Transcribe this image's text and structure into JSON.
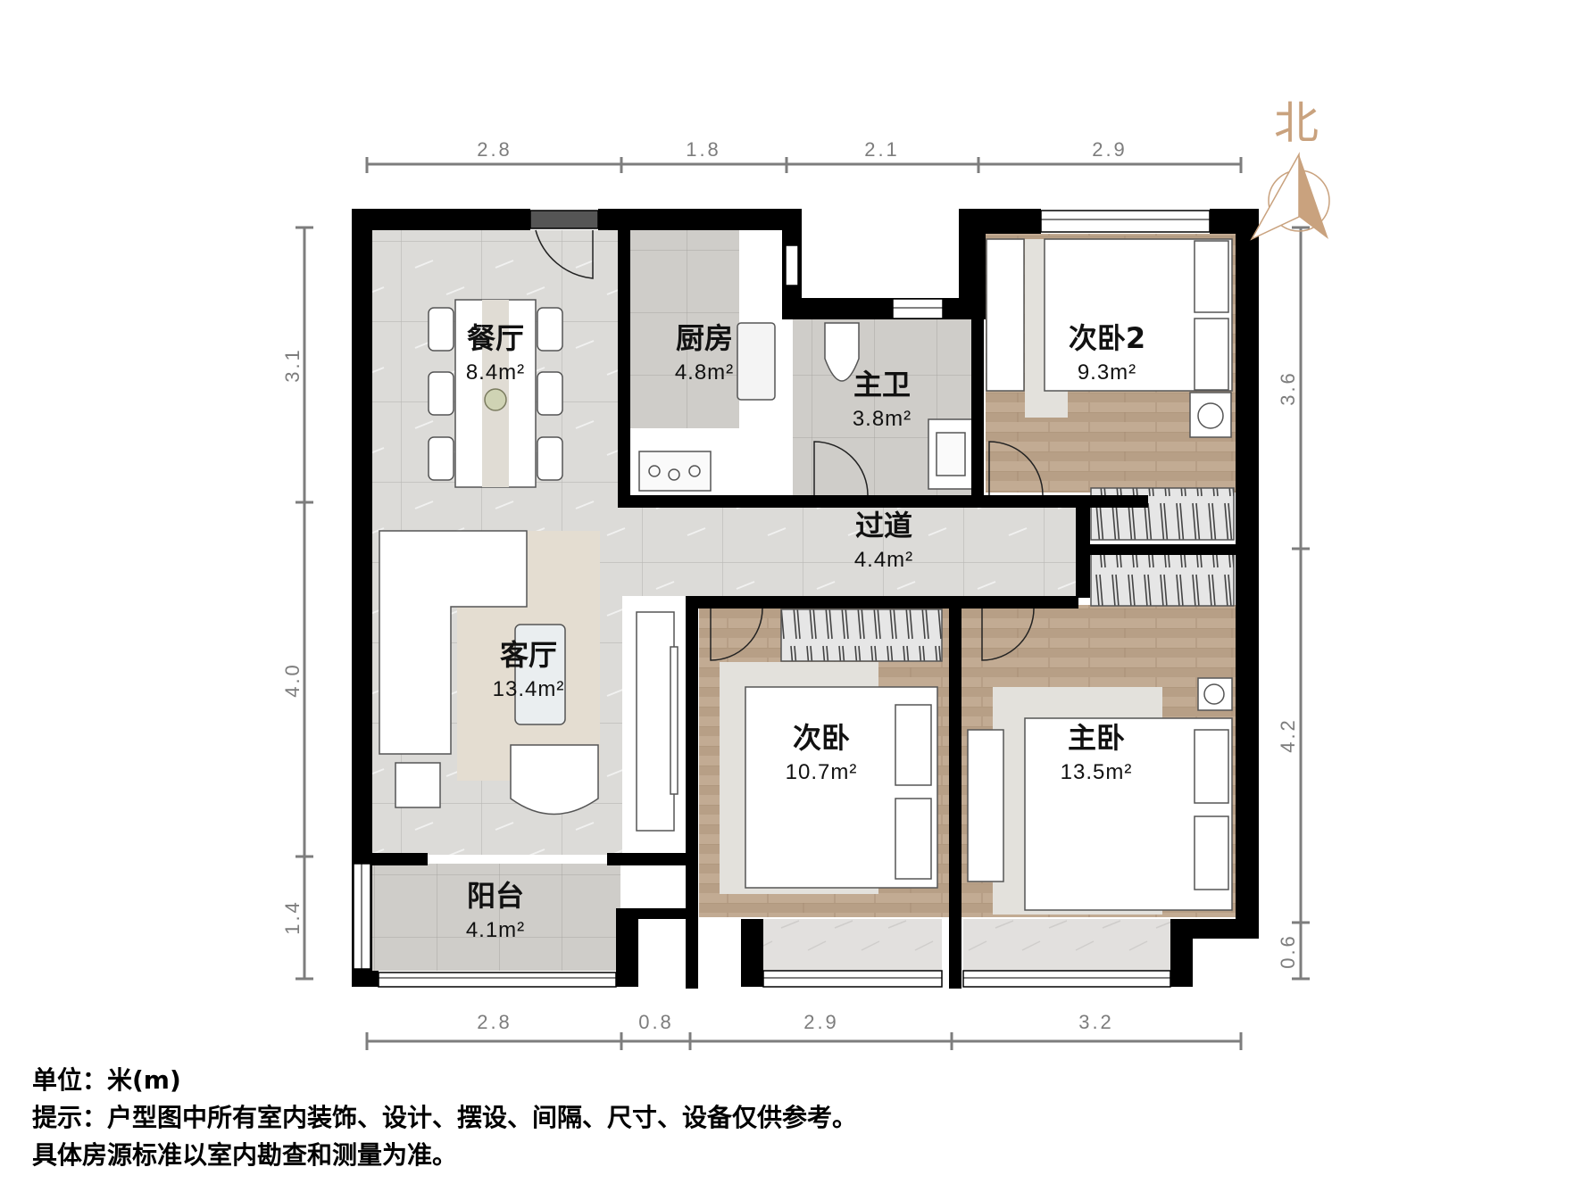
{
  "compass": {
    "label": "北",
    "icon": "north-arrow-icon",
    "color": "#c9a27e"
  },
  "dimensions": {
    "top": [
      "2.8",
      "1.8",
      "2.1",
      "2.9"
    ],
    "bottom": [
      "2.8",
      "0.8",
      "2.9",
      "3.2"
    ],
    "left": [
      "3.1",
      "4.0",
      "1.4"
    ],
    "right": [
      "3.6",
      "4.2",
      "0.6"
    ]
  },
  "rooms": {
    "dining": {
      "name": "餐厅",
      "area": "8.4m²"
    },
    "kitchen": {
      "name": "厨房",
      "area": "4.8m²"
    },
    "master_bath": {
      "name": "主卫",
      "area": "3.8m²"
    },
    "bedroom2": {
      "name": "次卧2",
      "area": "9.3m²"
    },
    "hallway": {
      "name": "过道",
      "area": "4.4m²"
    },
    "living": {
      "name": "客厅",
      "area": "13.4m²"
    },
    "second_bedroom": {
      "name": "次卧",
      "area": "10.7m²"
    },
    "master_bedroom": {
      "name": "主卧",
      "area": "13.5m²"
    },
    "balcony": {
      "name": "阳台",
      "area": "4.1m²"
    }
  },
  "notes": {
    "unit": "单位：米(m)",
    "hint": "提示：户型图中所有室内装饰、设计、摆设、间隔、尺寸、设备仅供参考。",
    "disclaimer": "具体房源标准以室内勘查和测量为准。"
  },
  "colors": {
    "wall": "#000000",
    "tile": "#d9d8d5",
    "wood": "#b59c82",
    "dimension": "#7d7d7d"
  }
}
